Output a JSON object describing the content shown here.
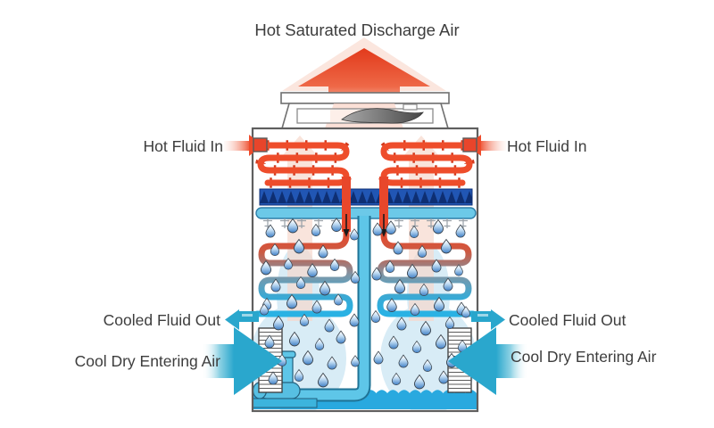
{
  "diagram": {
    "title": "Hot Saturated Discharge Air",
    "labels": {
      "hot_fluid_in_left": "Hot Fluid In",
      "hot_fluid_in_right": "Hot Fluid In",
      "cooled_fluid_out_left": "Cooled Fluid Out",
      "cooled_fluid_out_right": "Cooled Fluid Out",
      "cool_dry_entering_air_left": "Cool Dry Entering Air",
      "cool_dry_entering_air_right": "Cool Dry Entering Air"
    },
    "colors": {
      "hot_red": "#e8452b",
      "hot_red_dark": "#d2391c",
      "cool_teal": "#2aa7cd",
      "basin_water_blue": "#29a9df",
      "pipe_light_blue": "#5ec6e8",
      "eliminator_navy": "#2156b4",
      "eliminator_dark": "#0e2f73",
      "label_text": "#3d3d3d"
    }
  }
}
